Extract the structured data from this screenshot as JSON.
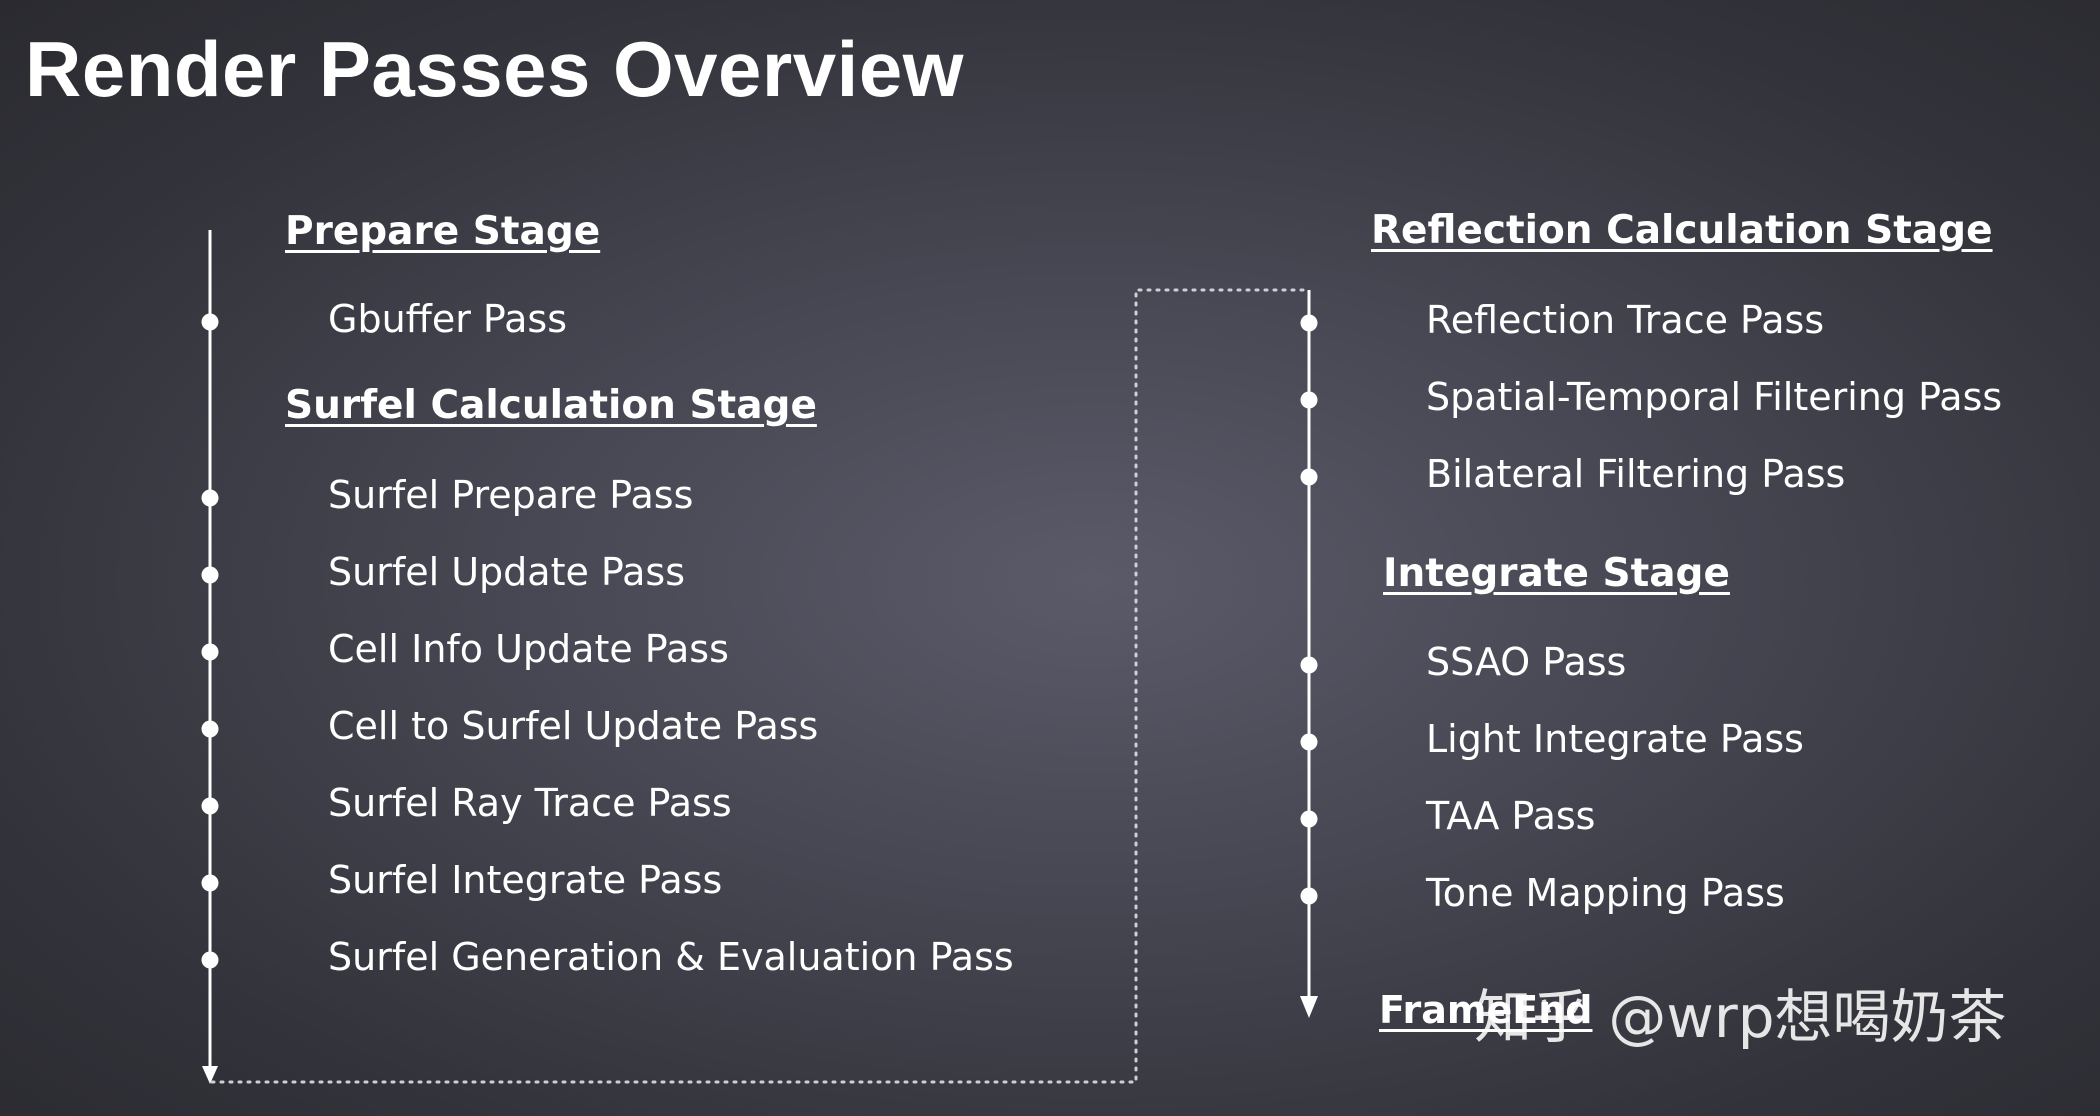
{
  "title": "Render Passes Overview",
  "left_column": {
    "stages": [
      {
        "label": "Prepare Stage",
        "passes": [
          "Gbuffer Pass"
        ]
      },
      {
        "label": "Surfel Calculation Stage",
        "passes": [
          "Surfel Prepare Pass",
          "Surfel Update Pass",
          "Cell Info Update Pass",
          "Cell to Surfel Update Pass",
          "Surfel Ray Trace Pass",
          "Surfel Integrate Pass",
          "Surfel Generation & Evaluation Pass"
        ]
      }
    ]
  },
  "right_column": {
    "stages": [
      {
        "label": "Reflection Calculation Stage",
        "passes": [
          "Reflection Trace Pass",
          "Spatial-Temporal Filtering Pass",
          "Bilateral Filtering Pass"
        ]
      },
      {
        "label": "Integrate Stage",
        "passes": [
          "SSAO Pass",
          "Light Integrate Pass",
          "TAA Pass",
          "Tone Mapping Pass"
        ]
      }
    ],
    "end_label": "FrameEnd"
  },
  "watermark": "知乎 @wrp想喝奶茶"
}
